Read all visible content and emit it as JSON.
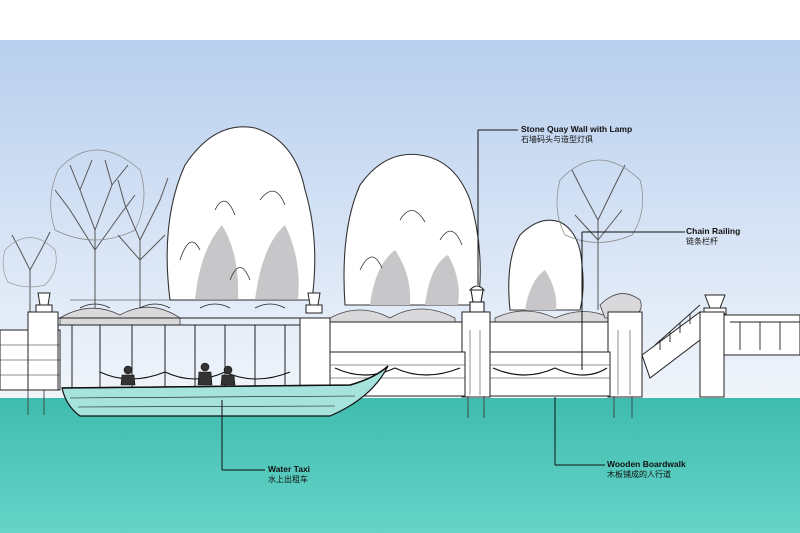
{
  "colors": {
    "sky_top": "#b8cfee",
    "sky_bottom": "#f1f5fb",
    "water": "#66d4c8",
    "water_deep": "#3fbcae",
    "ink": "#2a2a2a",
    "tree_shade": "#c7c7c9",
    "tree_fill": "#ffffff"
  },
  "callouts": [
    {
      "id": "stone-quay",
      "en": "Stone Quay Wall with Lamp",
      "zh": "石墙码头与造型灯俱"
    },
    {
      "id": "chain-railing",
      "en": "Chain Railing",
      "zh": "链条栏杆"
    },
    {
      "id": "water-taxi",
      "en": "Water Taxi",
      "zh": "水上出租车"
    },
    {
      "id": "wooden-boardwalk",
      "en": "Wooden Boardwalk",
      "zh": "木板铺成的人行道"
    }
  ]
}
